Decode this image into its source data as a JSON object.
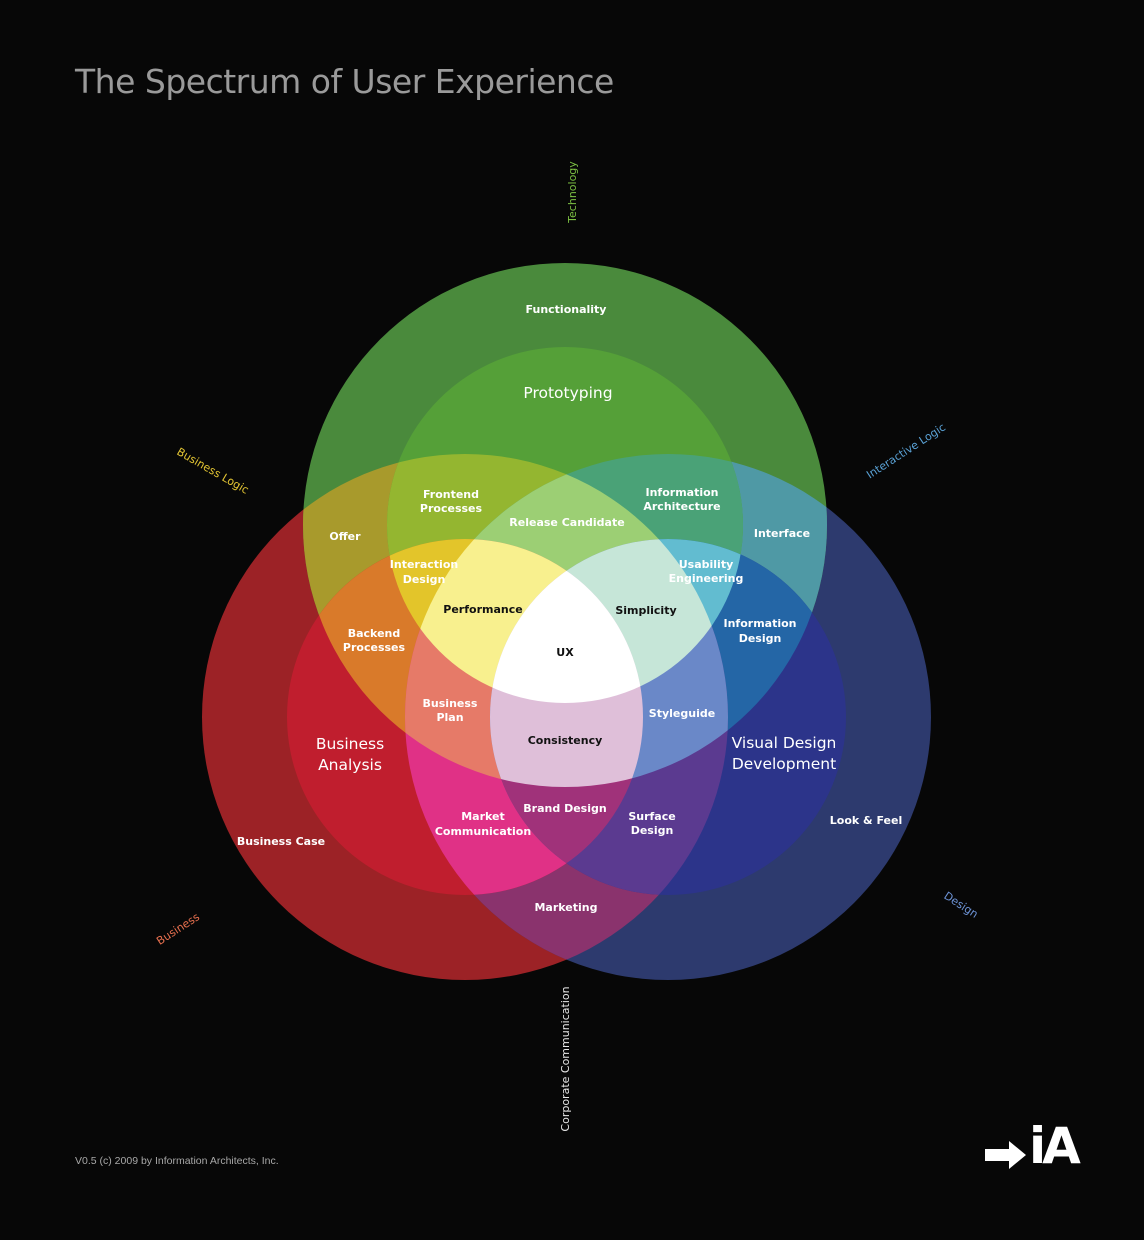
{
  "title": "The Spectrum of User Experience",
  "footer": "V0.5 (c) 2009 by Information Architects, Inc.",
  "logo": "iA",
  "axis_labels": {
    "technology": "Technology",
    "business_logic": "Business Logic",
    "interactive_logic": "Interactive Logic",
    "business": "Business",
    "design": "Design",
    "corporate_communication": "Corporate Communication"
  },
  "regions": {
    "functionality": "Functionality",
    "prototyping": "Prototyping",
    "frontend_processes": [
      "Frontend",
      "Processes"
    ],
    "information_architecture": [
      "Information",
      "Architecture"
    ],
    "release_candidate": "Release Candidate",
    "offer": "Offer",
    "interface": "Interface",
    "interaction_design": [
      "Interaction",
      "Design"
    ],
    "usability_engineering": [
      "Usability",
      "Engineering"
    ],
    "performance": "Performance",
    "simplicity": "Simplicity",
    "backend_processes": [
      "Backend",
      "Processes"
    ],
    "information_design": [
      "Information",
      "Design"
    ],
    "ux": "UX",
    "business_plan": [
      "Business",
      "Plan"
    ],
    "styleguide": "Styleguide",
    "consistency": "Consistency",
    "business_analysis": [
      "Business",
      "Analysis"
    ],
    "visual_design_development": [
      "Visual Design",
      "Development"
    ],
    "brand_design": "Brand Design",
    "market_communication": [
      "Market",
      "Communication"
    ],
    "surface_design": [
      "Surface",
      "Design"
    ],
    "look_and_feel": "Look & Feel",
    "business_case": "Business Case",
    "marketing": "Marketing"
  },
  "colors": {
    "background": "#070707",
    "technology_outer": "#4a8a3c",
    "technology_inner": "#55a038",
    "business_outer": "#9c2226",
    "business_inner": "#c01e2e",
    "design_outer": "#2d3a6e",
    "design_inner": "#2c348a",
    "axis_technology": "#7cc043",
    "axis_business_logic": "#e4c633",
    "axis_interactive_logic": "#5aa2d6",
    "axis_business": "#e8704f",
    "axis_design": "#6d93d6",
    "axis_corporate_communication": "#e8e8e8"
  }
}
